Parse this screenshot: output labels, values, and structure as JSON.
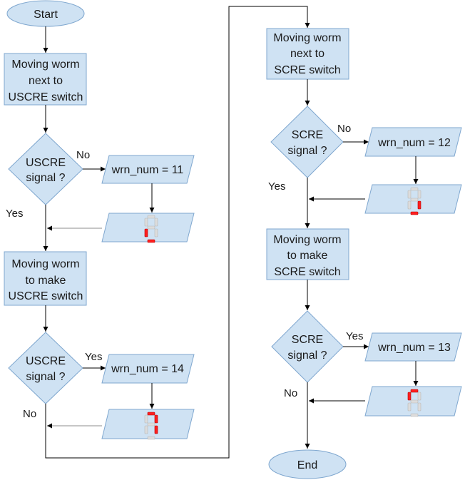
{
  "diagram": {
    "start": "Start",
    "end": "End",
    "left": {
      "step1": [
        "Moving worm",
        "next to",
        "USCRE switch"
      ],
      "decision1": [
        "USCRE",
        "signal ?"
      ],
      "decision1_no": "No",
      "decision1_yes": "Yes",
      "output1": "wrn_num = 11",
      "step2": [
        "Moving worm",
        "to make",
        "USCRE switch"
      ],
      "decision2": [
        "USCRE",
        "signal ?"
      ],
      "decision2_yes": "Yes",
      "decision2_no": "No",
      "output2": "wrn_num = 14"
    },
    "right": {
      "step1": [
        "Moving worm",
        "next to",
        "SCRE switch"
      ],
      "decision1": [
        "SCRE",
        "signal ?"
      ],
      "decision1_no": "No",
      "decision1_yes": "Yes",
      "output1": "wrn_num = 12",
      "step2": [
        "Moving worm",
        "to make",
        "SCRE switch"
      ],
      "decision2": [
        "SCRE",
        "signal ?"
      ],
      "decision2_yes": "Yes",
      "decision2_no": "No",
      "output2": "wrn_num = 13"
    },
    "displays": [
      {
        "name": "display-11",
        "segments_on": [
          "e",
          "d"
        ]
      },
      {
        "name": "display-12",
        "segments_on": [
          "c",
          "d"
        ]
      },
      {
        "name": "display-14",
        "segments_on": [
          "a",
          "b",
          "c"
        ]
      },
      {
        "name": "display-13",
        "segments_on": [
          "a",
          "f"
        ]
      }
    ],
    "colors": {
      "shape_fill": "#cfe2f3",
      "shape_stroke": "#7fa7cf",
      "segment_on": "#ff1f1f",
      "segment_off": "#dcdcdc"
    }
  }
}
